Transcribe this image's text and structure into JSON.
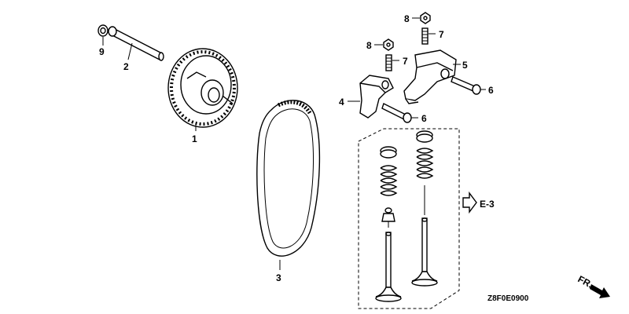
{
  "callouts": {
    "c1": "1",
    "c2": "2",
    "c3": "3",
    "c4": "4",
    "c5": "5",
    "c6a": "6",
    "c6b": "6",
    "c7a": "7",
    "c7b": "7",
    "c8a": "8",
    "c8b": "8",
    "c9": "9"
  },
  "reference": "E-3",
  "front_marker": "FR.",
  "diagram_code": "Z8F0E0900"
}
